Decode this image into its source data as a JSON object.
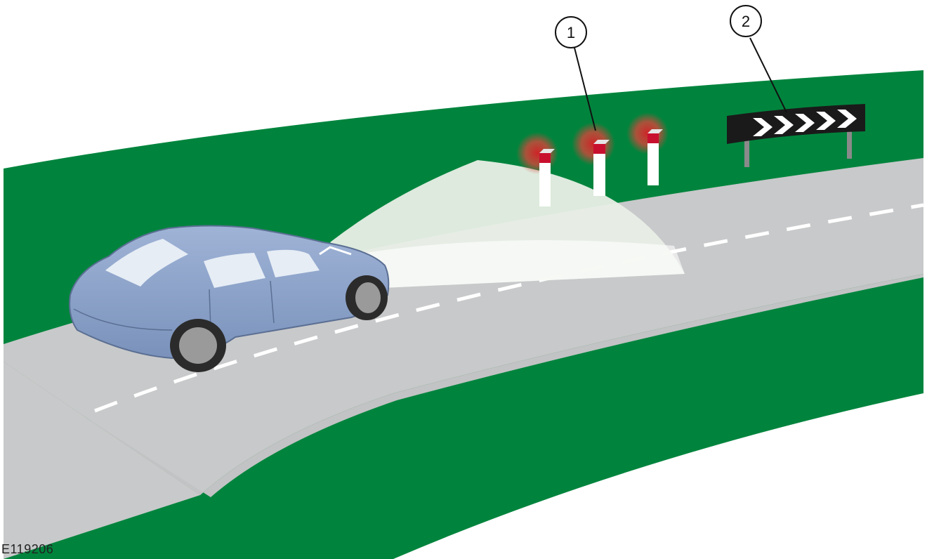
{
  "figure": {
    "id": "E119206"
  },
  "callouts": [
    {
      "number": "1",
      "target": "roadside-posts"
    },
    {
      "number": "2",
      "target": "chevron-sign"
    }
  ],
  "colors": {
    "grass": "#00843d",
    "road": "#c8c9ca",
    "lane_marking": "#ffffff",
    "car_body": "#8aa0c4",
    "light_beam": "#eef3ee",
    "post_highlight": "#e23a3a",
    "sign_black": "#1a1a1a"
  }
}
